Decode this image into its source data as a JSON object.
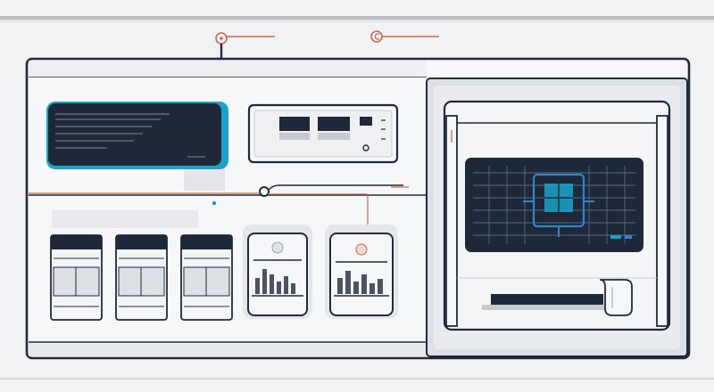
{
  "colors": {
    "background": "#f1f2f3",
    "outline": "#1f2a3a",
    "panel_fill": "#f6f7f8",
    "panel_shade": "#dcdfe3",
    "dark_screen": "#1e2838",
    "accent_cyan": "#1aa3c8",
    "accent_blue": "#2e86c9",
    "accent_red": "#d0664f"
  },
  "icons": {
    "left_connector": "target-connector-icon",
    "right_connector": "copyright-connector-icon"
  },
  "panels": {
    "main_console": "main-console",
    "display": "dark-display-screen",
    "device_box": "device-box",
    "cards": "storage-cards",
    "chart_tiles": "chart-tiles",
    "side_unit": "side-unit-with-circuit-screen"
  }
}
